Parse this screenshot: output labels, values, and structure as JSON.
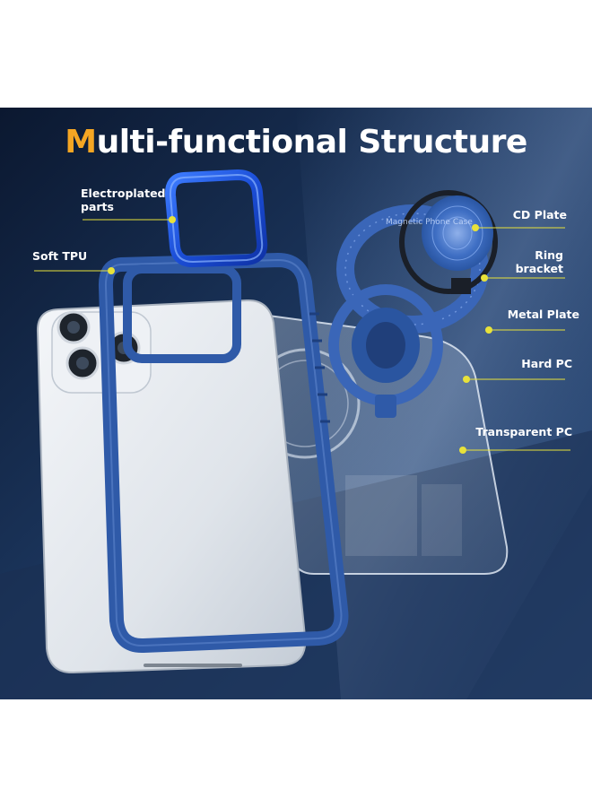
{
  "title": {
    "first_letter": "M",
    "rest": "ulti-functional Structure"
  },
  "labels": {
    "electroplated": [
      "Electroplated",
      "parts"
    ],
    "soft_tpu": "Soft TPU",
    "cd_plate": "CD Plate",
    "ring_bracket": [
      "Ring",
      "bracket"
    ],
    "metal_plate": "Metal Plate",
    "hard_pc": "Hard PC",
    "transparent_pc": "Transparent PC"
  },
  "ring_text": "Magnetic Phone Case",
  "colors": {
    "background_dark": "#0d1c33",
    "background_mid": "#1f3a63",
    "accent_title": "#f5a623",
    "accent_dot": "#e8e23a",
    "case_blue": "#2f5aa8",
    "label_text": "#ffffff"
  }
}
